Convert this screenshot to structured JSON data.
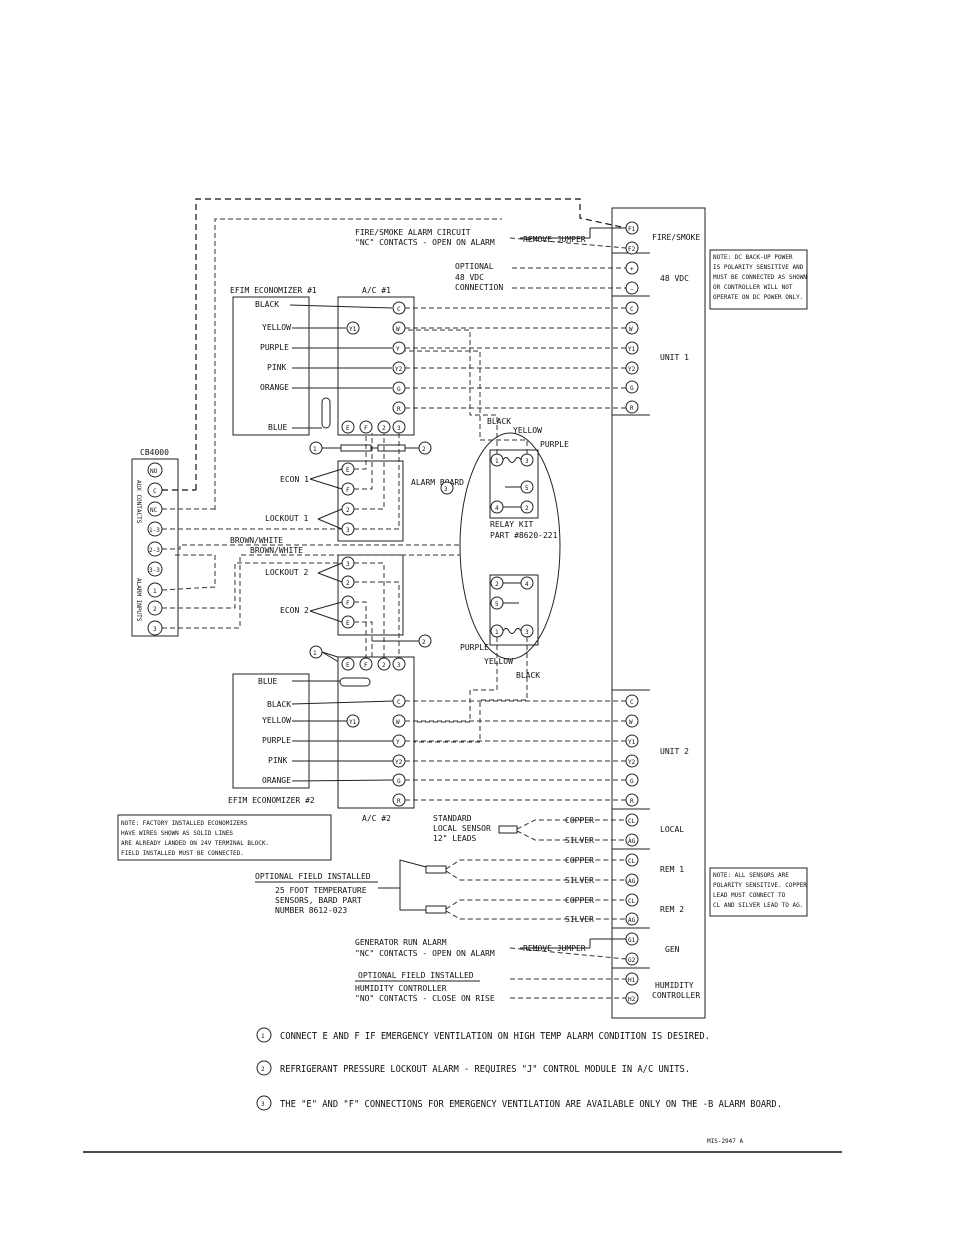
{
  "diagram": {
    "fire_alarm_line1": "FIRE/SMOKE ALARM CIRCUIT",
    "fire_alarm_line2": "\"NC\" CONTACTS - OPEN ON ALARM",
    "remove_jumper": "REMOVE JUMPER",
    "optional": "OPTIONAL",
    "vdc48": "48 VDC",
    "connection": "CONNECTION",
    "efim1": "EFIM ECONOMIZER #1",
    "efim2": "EFIM ECONOMIZER #2",
    "ac1": "A/C #1",
    "ac2": "A/C #2",
    "cb4000": "CB4000",
    "aux_label": "AUX CONTACTS",
    "alarm_inputs": "ALARM INPUTS",
    "wire_colors": {
      "black": "BLACK",
      "yellow": "YELLOW",
      "purple": "PURPLE",
      "pink": "PINK",
      "orange": "ORANGE",
      "blue": "BLUE"
    },
    "econ1": "ECON 1",
    "econ2": "ECON 2",
    "lockout1": "LOCKOUT 1",
    "lockout2": "LOCKOUT 2",
    "alarm_board": "ALARM BOARD",
    "brown_white": "BROWN/WHITE",
    "relay_kit_line1": "RELAY KIT",
    "relay_kit_line2": "PART #8620-221",
    "standard_sensor": [
      "STANDARD",
      "LOCAL SENSOR",
      "12\" LEADS"
    ],
    "copper": "COPPER",
    "silver": "SILVER",
    "optional_field": "OPTIONAL FIELD INSTALLED",
    "temp_sensors": [
      "25 FOOT TEMPERATURE",
      "SENSORS, BARD PART",
      "NUMBER 8612-023"
    ],
    "generator_line1": "GENERATOR RUN ALARM",
    "generator_line2": "\"NC\" CONTACTS - OPEN ON ALARM",
    "optional_field2": "OPTIONAL FIELD INSTALLED",
    "humidity_line1": "HUMIDITY CONTROLLER",
    "humidity_line2": "\"NO\" CONTACTS - CLOSE ON RISE",
    "note_factory": [
      "NOTE: FACTORY INSTALLED ECONOMIZERS",
      "HAVE WIRES SHOWN AS SOLID LINES",
      "ARE ALREADY LANDED ON 24V TERMINAL BLOCK.",
      "FIELD INSTALLED MUST BE CONNECTED."
    ],
    "note_dc": [
      "NOTE: DC BACK-UP POWER",
      "IS POLARITY SENSITIVE AND",
      "MUST BE CONNECTED AS SHOWN",
      "OR CONTROLLER WILL NOT",
      "OPERATE ON DC POWER ONLY."
    ],
    "note_sensors": [
      "NOTE: ALL SENSORS ARE",
      "POLARITY SENSITIVE. COPPER",
      "LEAD MUST CONNECT TO",
      "CL AND SILVER LEAD TO AG."
    ],
    "sections": {
      "fire_smoke": "FIRE/SMOKE",
      "vdc": "48 VDC",
      "unit1": "UNIT 1",
      "unit2": "UNIT 2",
      "local": "LOCAL",
      "rem1": "REM 1",
      "rem2": "REM 2",
      "gen": "GEN",
      "humidity1": "HUMIDITY",
      "humidity2": "CONTROLLER"
    },
    "footnotes": [
      "CONNECT E AND F IF EMERGENCY VENTILATION ON HIGH TEMP ALARM CONDITION IS DESIRED.",
      "REFRIGERANT PRESSURE LOCKOUT ALARM - REQUIRES \"J\" CONTROL MODULE IN A/C UNITS.",
      "THE \"E\" AND \"F\" CONNECTIONS FOR EMERGENCY VENTILATION ARE AVAILABLE ONLY ON THE -B ALARM BOARD."
    ],
    "drawing_number": "MIS-2947 A"
  }
}
